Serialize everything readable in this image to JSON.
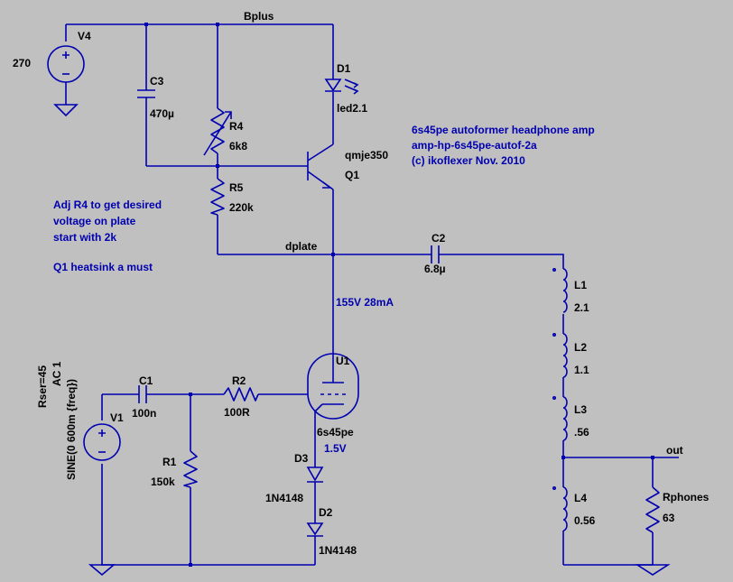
{
  "net_labels": {
    "bplus": "Bplus",
    "dplate": "dplate",
    "out": "out"
  },
  "components": {
    "v4": {
      "name": "V4",
      "value": "270"
    },
    "c3": {
      "name": "C3",
      "value": "470µ"
    },
    "r4": {
      "name": "R4",
      "value": "6k8"
    },
    "r5": {
      "name": "R5",
      "value": "220k"
    },
    "d1": {
      "name": "D1",
      "value": "led2.1"
    },
    "q1": {
      "name": "Q1",
      "value": "qmje350"
    },
    "c2": {
      "name": "C2",
      "value": "6.8µ"
    },
    "l1": {
      "name": "L1",
      "value": "2.1"
    },
    "l2": {
      "name": "L2",
      "value": "1.1"
    },
    "l3": {
      "name": "L3",
      "value": ".56"
    },
    "l4": {
      "name": "L4",
      "value": "0.56"
    },
    "rphones": {
      "name": "Rphones",
      "value": "63"
    },
    "u1": {
      "name": "U1",
      "value": "6s45pe"
    },
    "d3": {
      "name": "D3",
      "value": "1N4148"
    },
    "d2": {
      "name": "D2",
      "value": "1N4148"
    },
    "c1": {
      "name": "C1",
      "value": "100n"
    },
    "r2": {
      "name": "R2",
      "value": "100R"
    },
    "r1": {
      "name": "R1",
      "value": "150k"
    },
    "v1": {
      "name": "V1",
      "line1": "Rser=45",
      "line2": "AC 1",
      "line3": "SINE(0 600m {freq})"
    }
  },
  "title_block": {
    "line1": "6s45pe autoformer headphone amp",
    "line2": "amp-hp-6s45pe-autof-2a",
    "line3": "(c) ikoflexer Nov. 2010"
  },
  "notes": {
    "adjust_line1": "Adj R4 to get desired",
    "adjust_line2": "voltage on plate",
    "adjust_line3": "start with 2k",
    "heatsink": "Q1 heatsink a must",
    "plate_op": "155V 28mA",
    "cathode_v": "1.5V"
  },
  "colors": {
    "wire": "#0000b0",
    "background": "#c0c0c0",
    "text": "#000000",
    "annotation": "#0000b0"
  }
}
